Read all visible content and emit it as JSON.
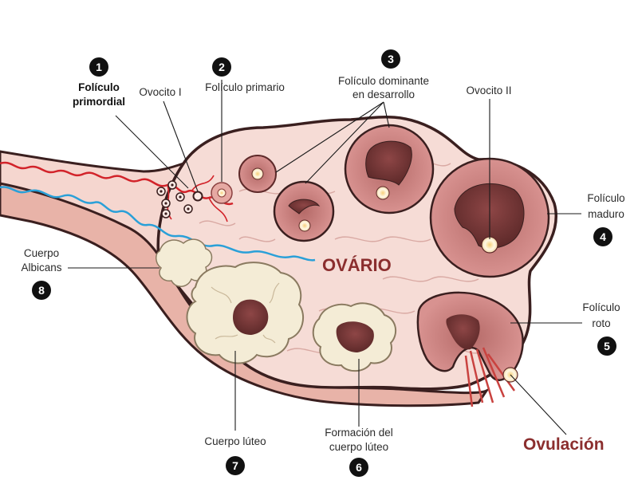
{
  "diagram": {
    "ovary_label": "OVÁRIO",
    "ovulation_label": "Ovulación",
    "labels": [
      {
        "number": "1",
        "line1": "Folículo",
        "line2": "primordial"
      },
      {
        "number": "",
        "line1": "Ovocito I",
        "line2": ""
      },
      {
        "number": "2",
        "line1": "Folículo primario",
        "line2": ""
      },
      {
        "number": "3",
        "line1": "Folículo dominante",
        "line2": "en desarrollo"
      },
      {
        "number": "",
        "line1": "Ovocito II",
        "line2": ""
      },
      {
        "number": "4",
        "line1": "Folículo",
        "line2": "maduro"
      },
      {
        "number": "5",
        "line1": "Folículo",
        "line2": "roto"
      },
      {
        "number": "6",
        "line1": "Formación del",
        "line2": "cuerpo lúteo"
      },
      {
        "number": "7",
        "line1": "Cuerpo lúteo",
        "line2": ""
      },
      {
        "number": "8",
        "line1": "Cuerpo",
        "line2": "Albicans"
      }
    ],
    "colors": {
      "ovary_fill": "#f6dcd6",
      "ovary_outline": "#3a1f1f",
      "follicle": "#c97f7a",
      "antrum": "#7a3a3a",
      "corpus": "#f4ecd6",
      "artery": "#d2232a",
      "vein": "#2aa0d8",
      "ovary_text": "#8b2e2e"
    }
  }
}
